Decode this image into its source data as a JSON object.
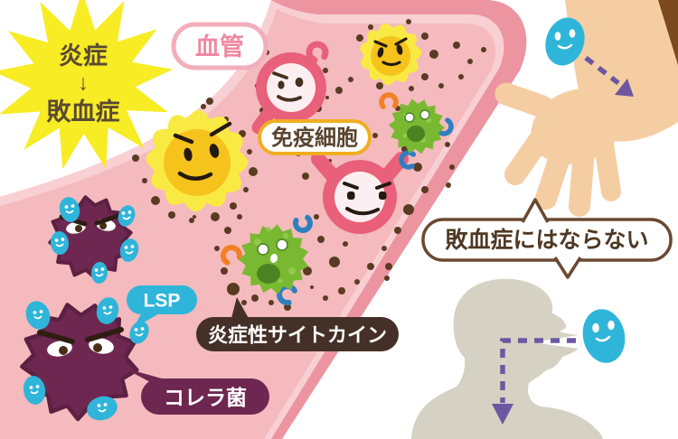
{
  "illustration": {
    "title_starburst": {
      "line1": "炎症",
      "arrow": "↓",
      "line2": "敗血症"
    },
    "vessel_label": "血管",
    "immune_label": "免疫細胞",
    "lsp_label": "LSP",
    "cholera_label": "コレラ菌",
    "cytokine_label": "炎症性サイトカイン",
    "bubble_text": "敗血症にはならない"
  },
  "colors": {
    "vessel_wall": "#ec95a1",
    "vessel_highlight": "#f8d0d3",
    "vessel_interior": "#f4babd",
    "starburst_yellow": "#f8ec25",
    "immune_pink": "#e9607b",
    "immune_pink_face": "#fdeff1",
    "immune_yellow_outer": "#f9ea43",
    "immune_yellow_inner": "#f6c31d",
    "macrophage_green": "#79b831",
    "macrophage_mouth": "#4c8222",
    "cholera_purple": "#6d2750",
    "lps_cyan": "#2fb5d9",
    "cytokine_dot_brown": "#5a3b23",
    "label_brown": "#443026",
    "immune_label_border": "#efae22",
    "vessel_label_pink": "#ee89a2",
    "bubble_border_brown": "#6b4930",
    "arrow_purple": "#6d57a2",
    "skin": "#f5cda2",
    "sleeve_brown": "#7a4a1e",
    "head_gray": "#d5d2c3",
    "dark_text": "#5a4a33"
  }
}
